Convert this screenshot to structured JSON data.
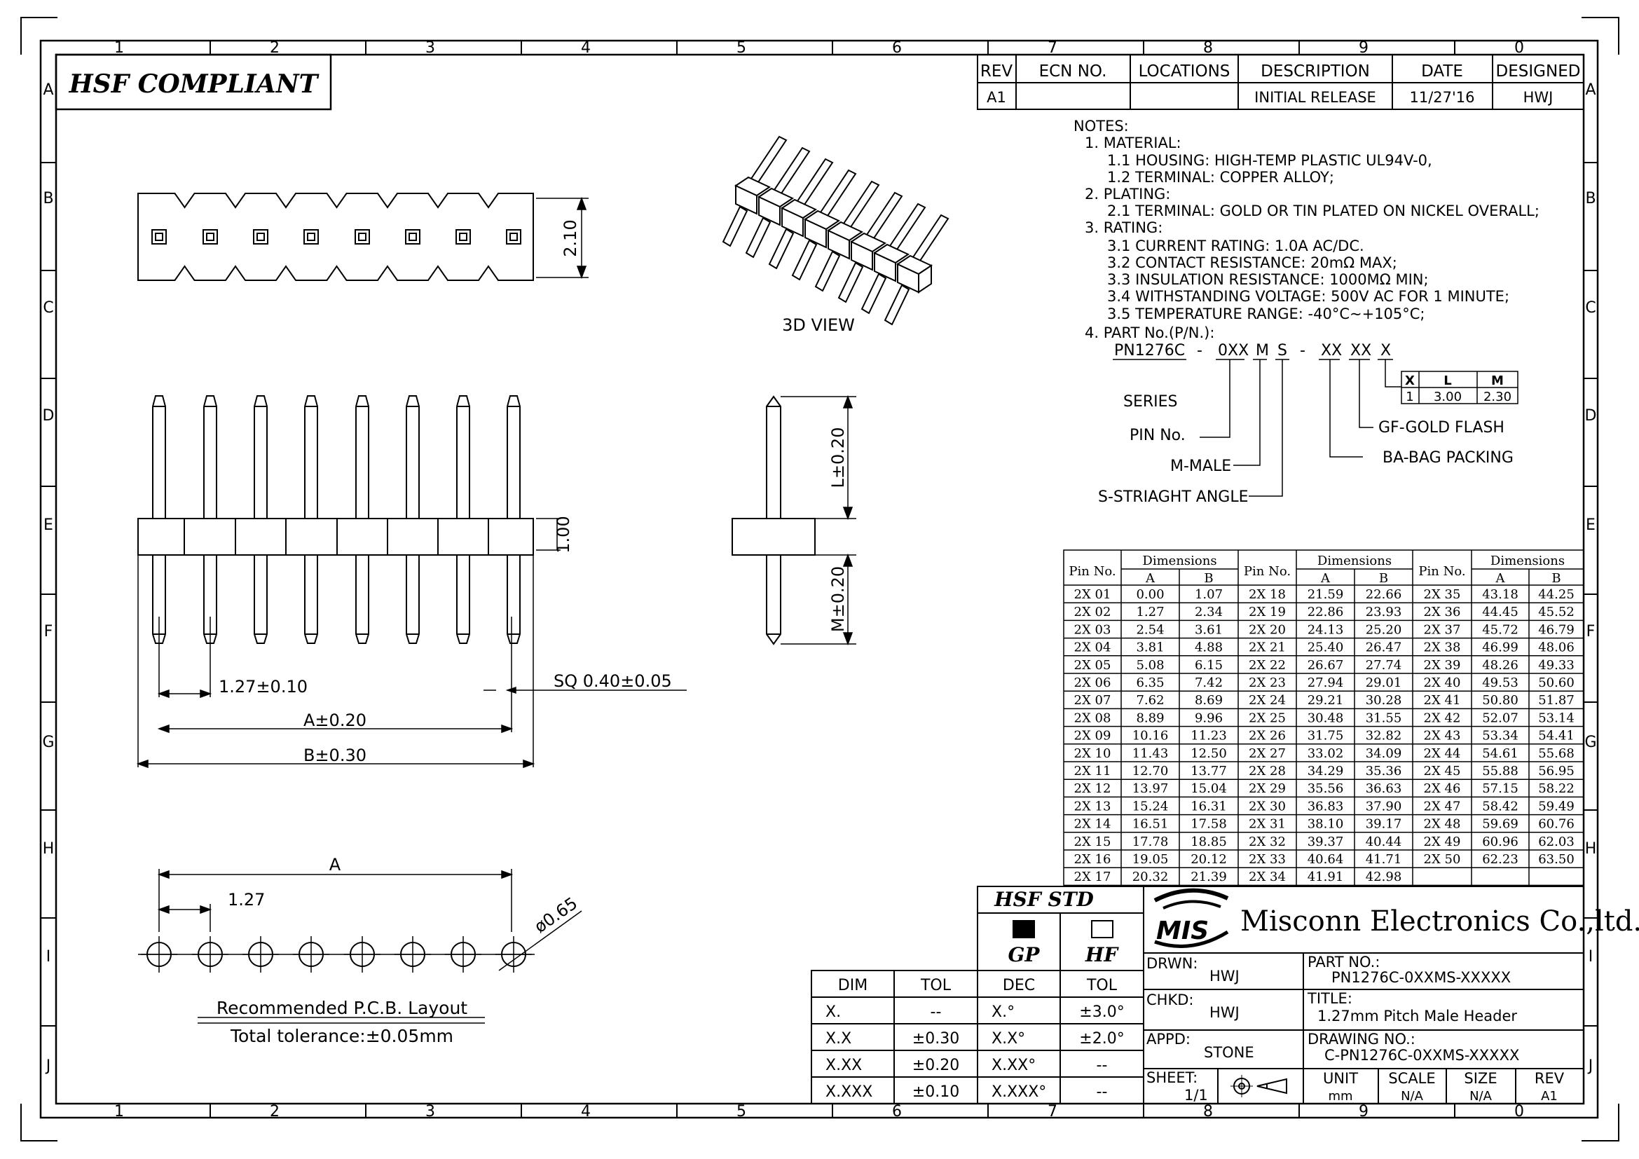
{
  "border": {
    "cols": [
      "1",
      "2",
      "3",
      "4",
      "5",
      "6",
      "7",
      "8",
      "9",
      "0"
    ],
    "rows": [
      "A",
      "B",
      "C",
      "D",
      "E",
      "F",
      "G",
      "H",
      "I",
      "J"
    ]
  },
  "compliance": "HSF COMPLIANT",
  "revision": {
    "headers": [
      "REV",
      "ECN NO.",
      "LOCATIONS",
      "DESCRIPTION",
      "DATE",
      "DESIGNED"
    ],
    "row": [
      "A1",
      "",
      "",
      "INITIAL RELEASE",
      "11/27'16",
      "HWJ"
    ]
  },
  "notes": [
    "NOTES:",
    "1. MATERIAL:",
    "1.1 HOUSING: HIGH-TEMP PLASTIC UL94V-0,",
    "1.2 TERMINAL: COPPER ALLOY;",
    "2. PLATING:",
    "2.1 TERMINAL: GOLD OR TIN PLATED ON NICKEL OVERALL;",
    "3. RATING:",
    "3.1 CURRENT RATING: 1.0A AC/DC.",
    "3.2 CONTACT RESISTANCE: 20mΩ MAX;",
    "3.3 INSULATION RESISTANCE: 1000MΩ MIN;",
    "3.4 WITHSTANDING VOLTAGE: 500V AC FOR 1 MINUTE;",
    "3.5 TEMPERATURE RANGE: -40°C~+105°C;",
    "4. PART No.(P/N.):"
  ],
  "part_number": {
    "segments": [
      "PN1276C",
      "-",
      "0XX",
      "M",
      "S",
      "-",
      "XX",
      "XX",
      "X"
    ],
    "labels": {
      "series": "SERIES",
      "pin": "PIN No.",
      "male": "M-MALE",
      "straight": "S-STRIAGHT ANGLE",
      "gold": "GF-GOLD FLASH",
      "bag": "BA-BAG PACKING"
    },
    "xlm_table": {
      "headers": [
        "X",
        "L",
        "M"
      ],
      "row": [
        "1",
        "3.00",
        "2.30"
      ]
    }
  },
  "views": {
    "label_3d": "3D VIEW",
    "dim_210": "2.10",
    "dim_100": "1.00",
    "dim_l": "L±0.20",
    "dim_m": "M±0.20",
    "pitch": "1.27±0.10",
    "square": "SQ 0.40±0.05",
    "dim_a": "A±0.20",
    "dim_b": "B±0.30",
    "pcb_a": "A",
    "pcb_pitch": "1.27",
    "pcb_hole": "ø0.65",
    "pcb_title": "Recommended P.C.B. Layout",
    "pcb_tol": "Total tolerance:±0.05mm"
  },
  "dim_table": {
    "group_header": "Dimensions",
    "pin_header": "Pin No.",
    "sub": [
      "A",
      "B"
    ],
    "rows": [
      [
        "2X 01",
        "0.00",
        "1.07",
        "2X 18",
        "21.59",
        "22.66",
        "2X 35",
        "43.18",
        "44.25"
      ],
      [
        "2X 02",
        "1.27",
        "2.34",
        "2X 19",
        "22.86",
        "23.93",
        "2X 36",
        "44.45",
        "45.52"
      ],
      [
        "2X 03",
        "2.54",
        "3.61",
        "2X 20",
        "24.13",
        "25.20",
        "2X 37",
        "45.72",
        "46.79"
      ],
      [
        "2X 04",
        "3.81",
        "4.88",
        "2X 21",
        "25.40",
        "26.47",
        "2X 38",
        "46.99",
        "48.06"
      ],
      [
        "2X 05",
        "5.08",
        "6.15",
        "2X 22",
        "26.67",
        "27.74",
        "2X 39",
        "48.26",
        "49.33"
      ],
      [
        "2X 06",
        "6.35",
        "7.42",
        "2X 23",
        "27.94",
        "29.01",
        "2X 40",
        "49.53",
        "50.60"
      ],
      [
        "2X 07",
        "7.62",
        "8.69",
        "2X 24",
        "29.21",
        "30.28",
        "2X 41",
        "50.80",
        "51.87"
      ],
      [
        "2X 08",
        "8.89",
        "9.96",
        "2X 25",
        "30.48",
        "31.55",
        "2X 42",
        "52.07",
        "53.14"
      ],
      [
        "2X 09",
        "10.16",
        "11.23",
        "2X 26",
        "31.75",
        "32.82",
        "2X 43",
        "53.34",
        "54.41"
      ],
      [
        "2X 10",
        "11.43",
        "12.50",
        "2X 27",
        "33.02",
        "34.09",
        "2X 44",
        "54.61",
        "55.68"
      ],
      [
        "2X 11",
        "12.70",
        "13.77",
        "2X 28",
        "34.29",
        "35.36",
        "2X 45",
        "55.88",
        "56.95"
      ],
      [
        "2X 12",
        "13.97",
        "15.04",
        "2X 29",
        "35.56",
        "36.63",
        "2X 46",
        "57.15",
        "58.22"
      ],
      [
        "2X 13",
        "15.24",
        "16.31",
        "2X 30",
        "36.83",
        "37.90",
        "2X 47",
        "58.42",
        "59.49"
      ],
      [
        "2X 14",
        "16.51",
        "17.58",
        "2X 31",
        "38.10",
        "39.17",
        "2X 48",
        "59.69",
        "60.76"
      ],
      [
        "2X 15",
        "17.78",
        "18.85",
        "2X 32",
        "39.37",
        "40.44",
        "2X 49",
        "60.96",
        "62.03"
      ],
      [
        "2X 16",
        "19.05",
        "20.12",
        "2X 33",
        "40.64",
        "41.71",
        "2X 50",
        "62.23",
        "63.50"
      ],
      [
        "2X 17",
        "20.32",
        "21.39",
        "2X 34",
        "41.91",
        "42.98",
        "",
        "",
        " "
      ]
    ]
  },
  "hsf_std": {
    "title": "HSF STD",
    "gp": "GP",
    "hf": "HF"
  },
  "tolerance": {
    "headers": [
      "DIM",
      "TOL",
      "DEC",
      "TOL"
    ],
    "rows": [
      [
        "X.",
        "--",
        "X.°",
        "±3.0°"
      ],
      [
        "X.X",
        "±0.30",
        "X.X°",
        "±2.0°"
      ],
      [
        "X.XX",
        "±0.20",
        "X.XX°",
        "--"
      ],
      [
        "X.XXX",
        "±0.10",
        "X.XXX°",
        "--"
      ]
    ]
  },
  "title_block": {
    "logo": "MIS",
    "company": "Misconn Electronics Co.,ltd.",
    "drwn_label": "DRWN:",
    "drwn": "HWJ",
    "part_label": "PART NO.:",
    "part": "PN1276C-0XXMS-XXXXX",
    "chkd_label": "CHKD:",
    "chkd": "HWJ",
    "title_label": "TITLE:",
    "title": "1.27mm Pitch Male Header",
    "appd_label": "APPD:",
    "appd": "STONE",
    "dwg_label": "DRAWING NO.:",
    "dwg": "C-PN1276C-0XXMS-XXXXX",
    "sheet_label": "SHEET:",
    "sheet": "1/1",
    "unit_label": "UNIT",
    "unit": "mm",
    "scale_label": "SCALE",
    "scale": "N/A",
    "size_label": "SIZE",
    "size": "N/A",
    "rev_label": "REV",
    "rev": "A1"
  }
}
